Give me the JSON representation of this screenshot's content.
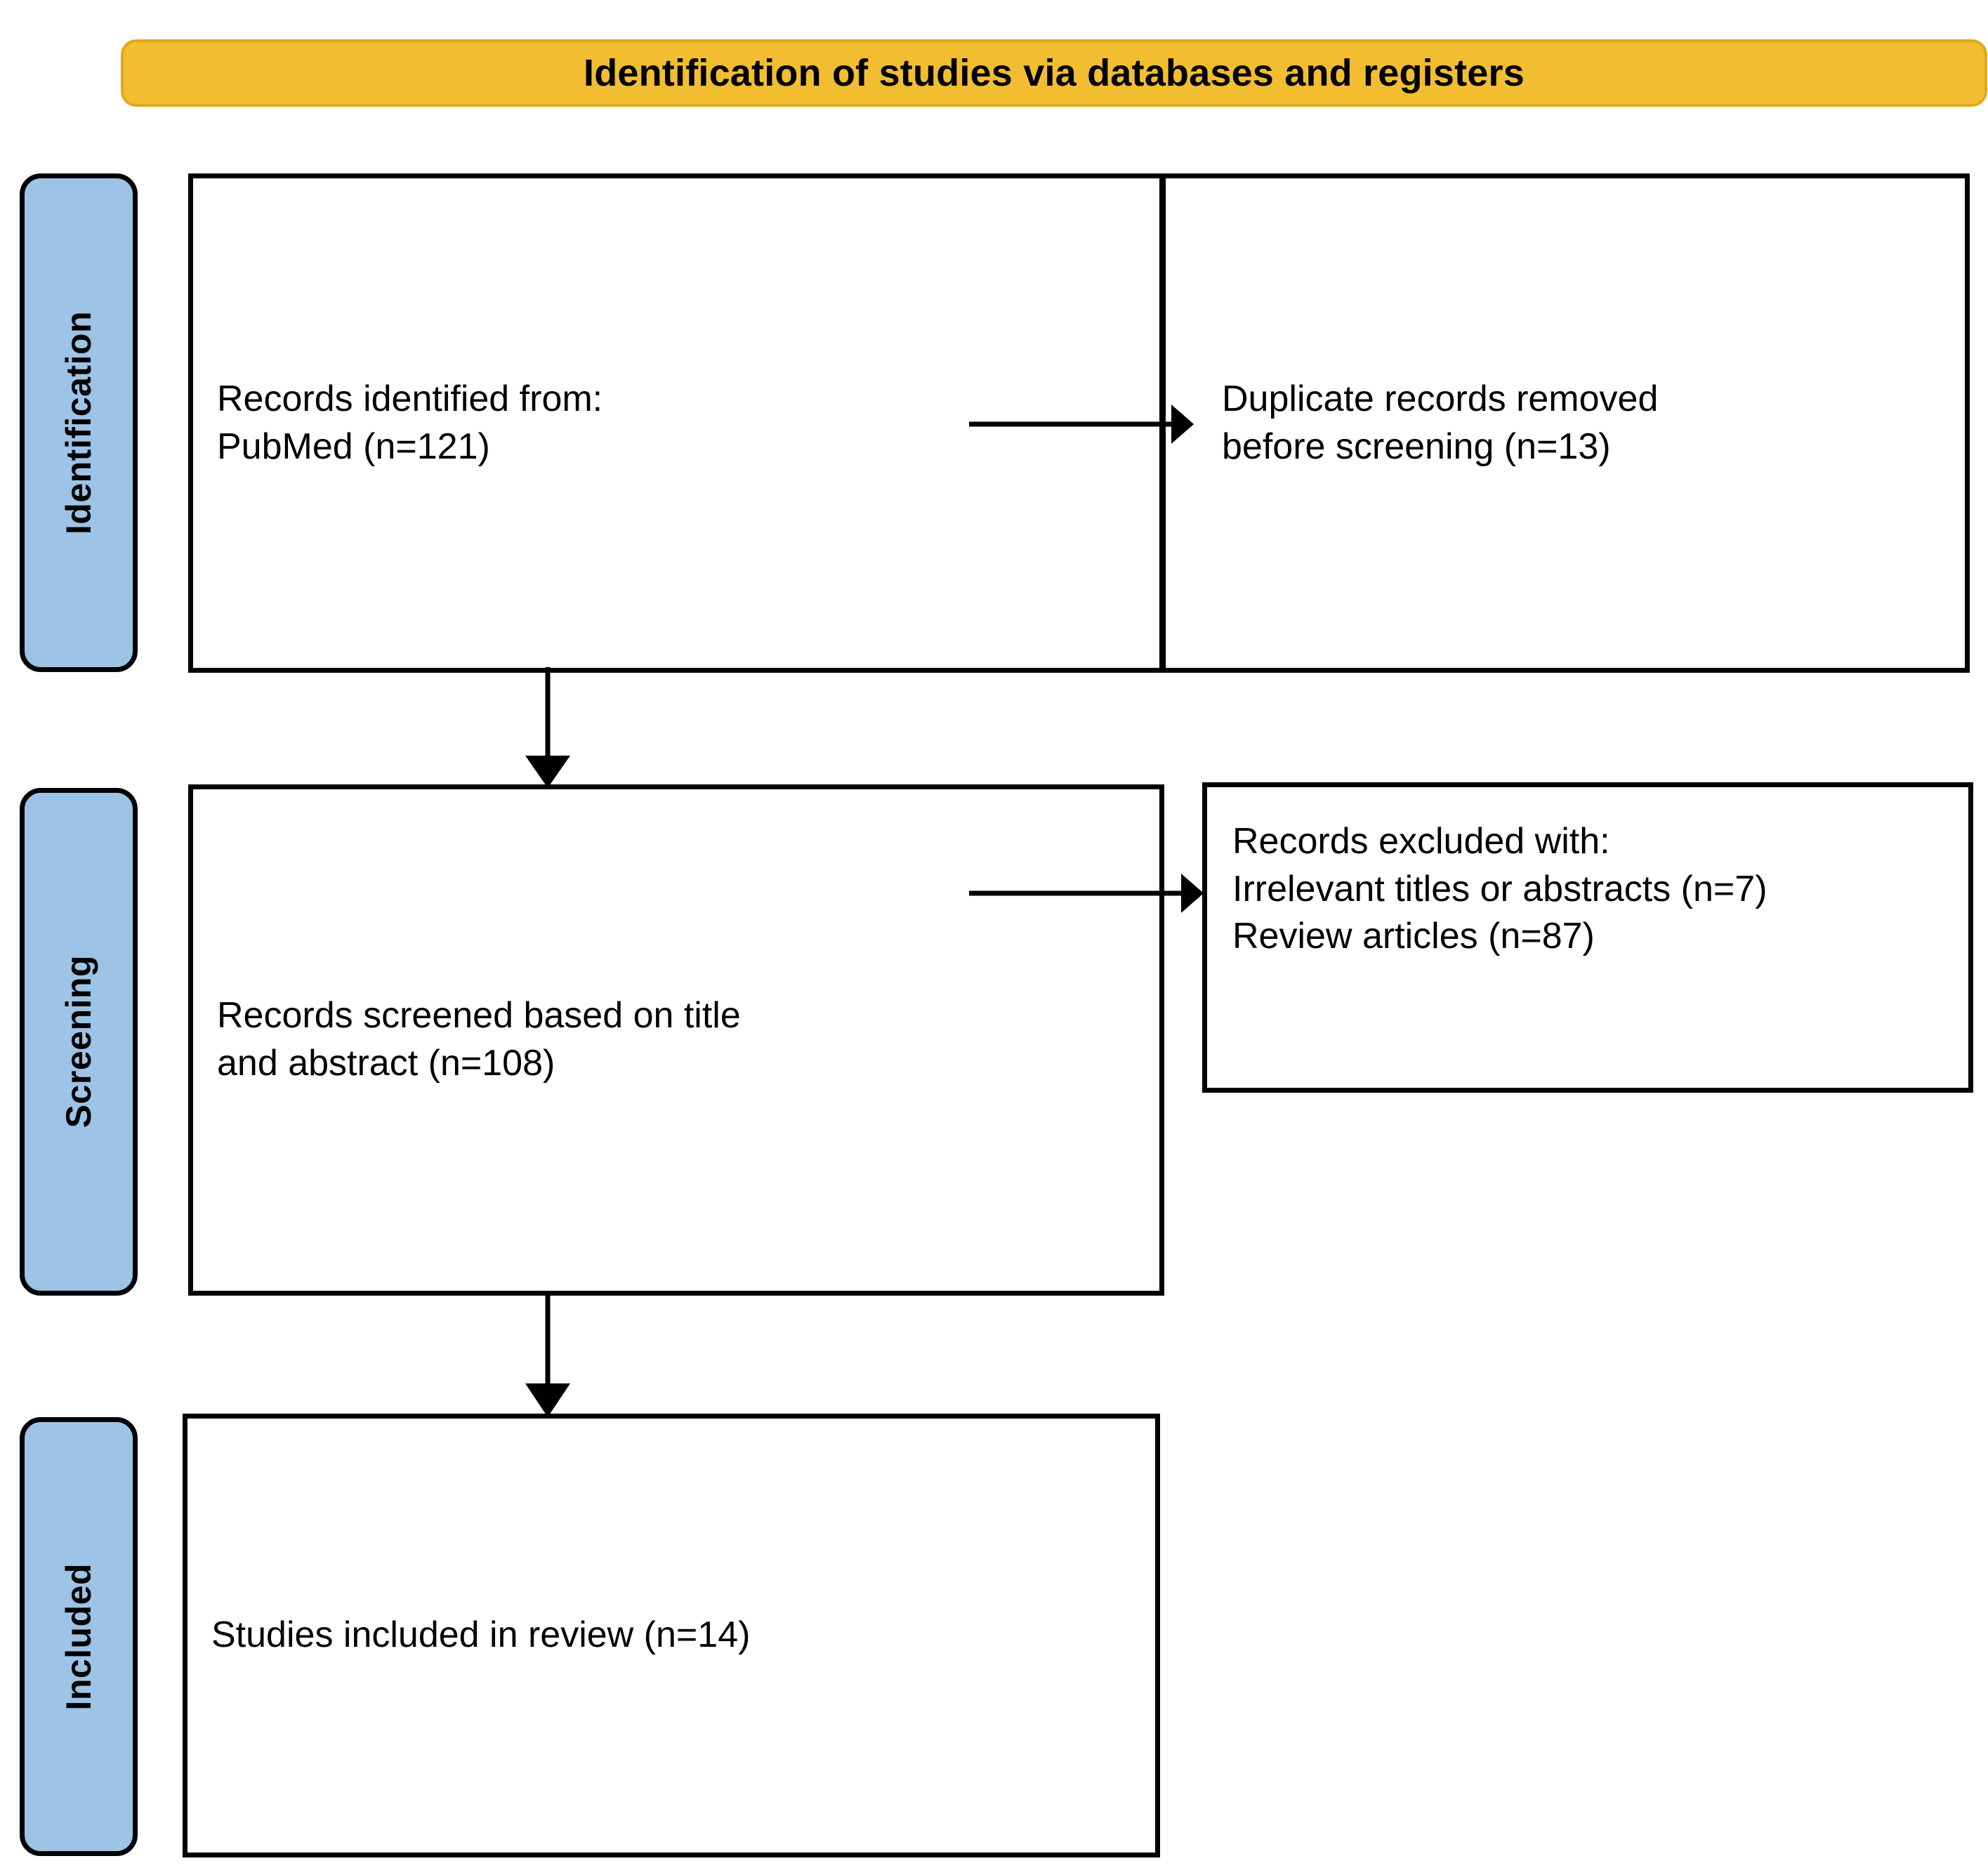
{
  "diagram": {
    "type": "prisma-flow-diagram",
    "header": {
      "title": "Identification of studies via databases and registers"
    },
    "stages": [
      {
        "id": "identification",
        "label": "Identification"
      },
      {
        "id": "screening",
        "label": "Screening"
      },
      {
        "id": "included",
        "label": "Included"
      }
    ],
    "boxes": {
      "identified": {
        "text": "Records identified from:\n   PubMed (n=121)",
        "source": "PubMed",
        "n": 121
      },
      "duplicates": {
        "text": "Duplicate records removed\nbefore screening (n=13)",
        "n": 13
      },
      "screened": {
        "text": "Records screened based on title\nand abstract (n=108)",
        "n": 108
      },
      "excluded": {
        "text": "Records excluded with:\nIrrelevant titles or abstracts (n=7)\nReview articles (n=87)",
        "reasons": [
          {
            "label": "Irrelevant titles or abstracts",
            "n": 7
          },
          {
            "label": "Review articles",
            "n": 87
          }
        ]
      },
      "included": {
        "text": "Studies included in review (n=14)",
        "n": 14
      }
    },
    "colors": {
      "header_fill": "#F2BD30",
      "header_border": "#E0A81C",
      "stage_fill": "#9DC3E6",
      "box_border": "#000000",
      "box_fill": "#FFFFFF",
      "text": "#000000"
    }
  }
}
